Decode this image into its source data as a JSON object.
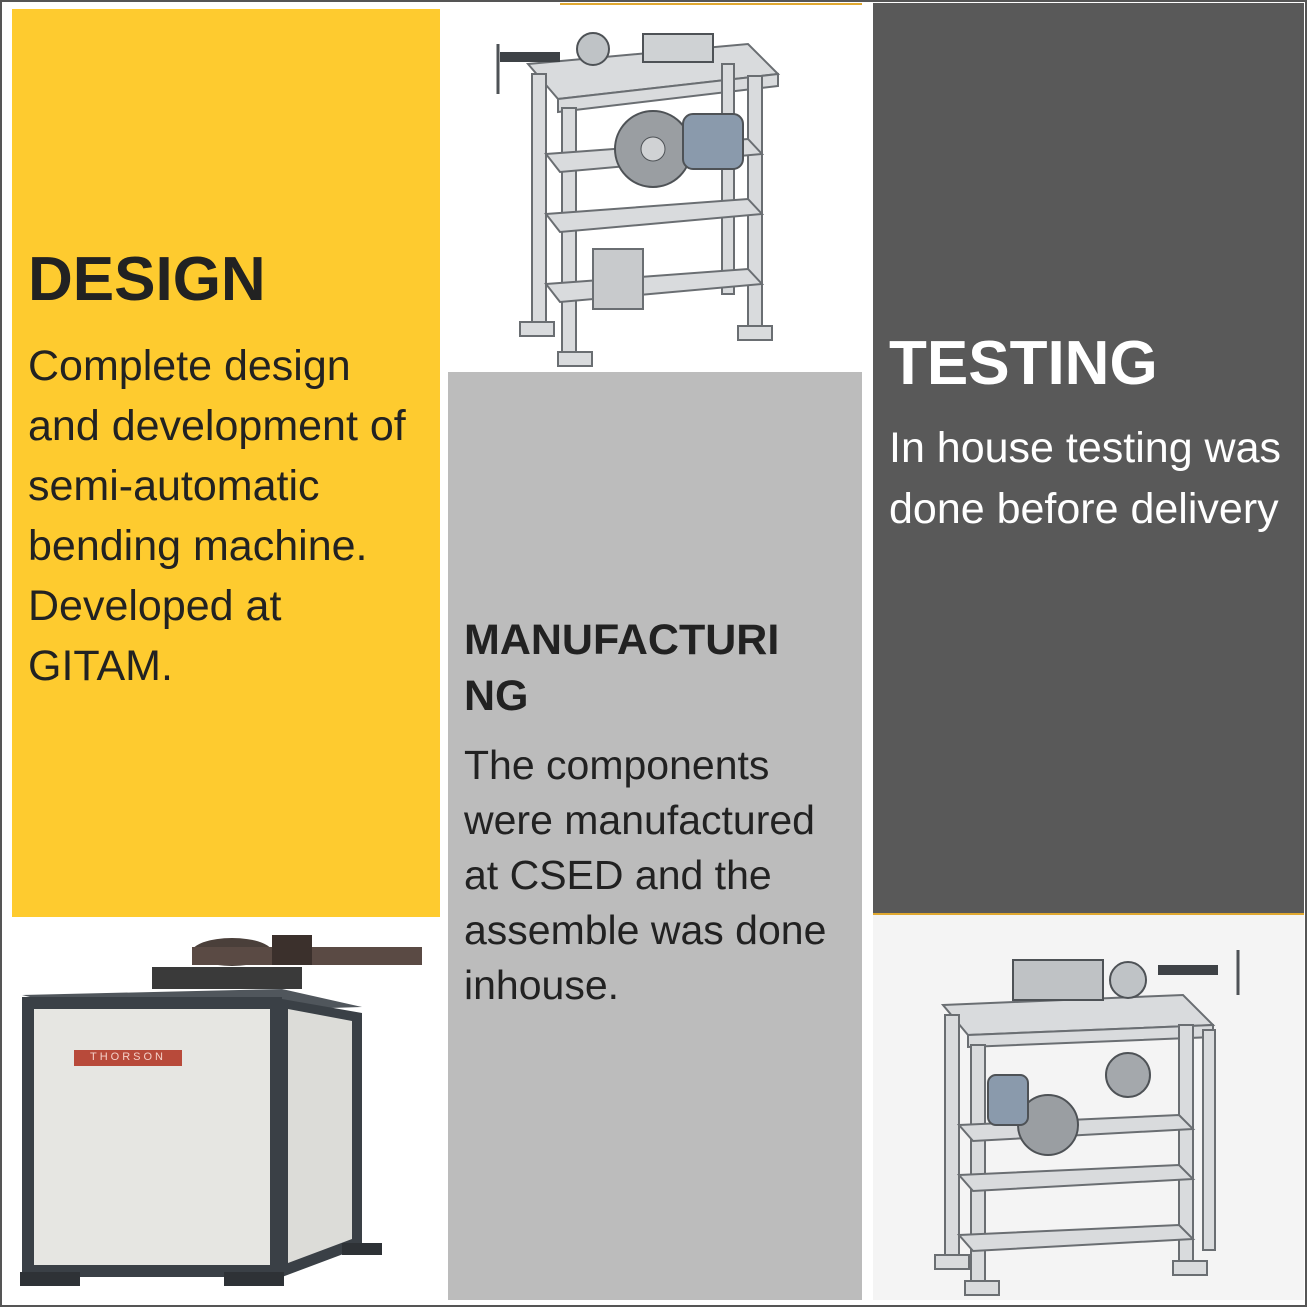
{
  "design": {
    "title": "DESIGN",
    "text": "Complete design and development of semi-automatic bending machine. Developed at GITAM."
  },
  "manufacturing": {
    "title": "MANUFACTURI NG",
    "text": "The components were manufactured at CSED and the assemble was done inhouse."
  },
  "testing": {
    "title": "TESTING",
    "text": "In house testing was done before delivery"
  },
  "images": {
    "photo_brand": "THORSON"
  },
  "colors": {
    "design_bg": "#fecb2f",
    "manufacturing_bg": "#bcbcbc",
    "testing_bg": "#595959"
  }
}
